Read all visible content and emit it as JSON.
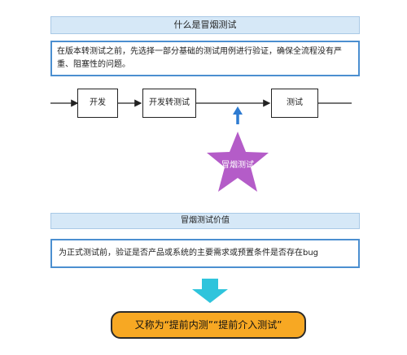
{
  "header": {
    "title": "什么是冒烟测试"
  },
  "description": {
    "text": "在版本转测试之前，先选择一部分基础的测试用例进行验证，确保全流程没有严重、阻塞性的问题。"
  },
  "flow": {
    "steps": [
      {
        "label": "开发"
      },
      {
        "label": "开发转测试"
      },
      {
        "label": "测试"
      }
    ]
  },
  "star": {
    "label": "冒烟测试",
    "color": "#b45cc8"
  },
  "value": {
    "title": "冒烟测试价值",
    "text": "为正式测试前，验证是否产品或系统的主要需求或预置条件是否存在bug"
  },
  "final": {
    "text": "又称为“提前内测”“提前介入测试”"
  },
  "colors": {
    "header_bg": "#d6e8f7",
    "box_border": "#4b8fd0",
    "arrow_blue": "#2e7bd1",
    "down_arrow": "#2fc4dc",
    "final_bg": "#f7a823"
  }
}
